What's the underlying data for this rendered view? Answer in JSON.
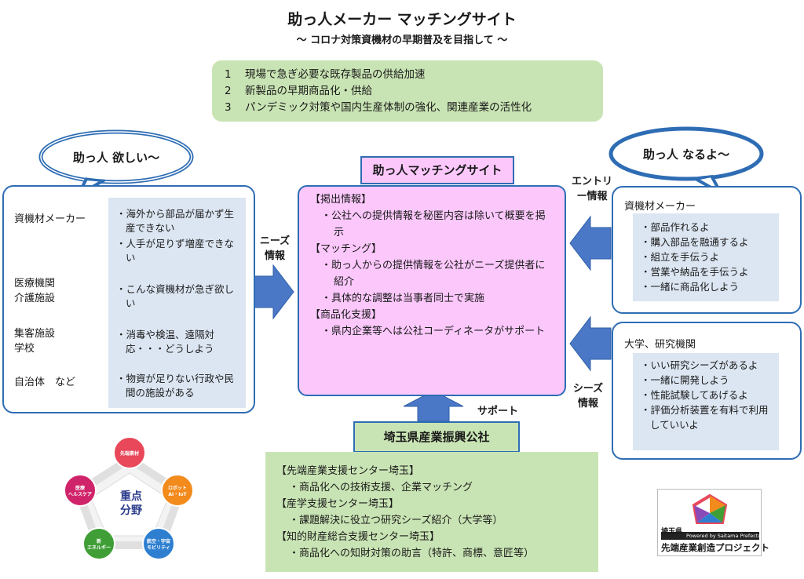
{
  "title": "助っ人メーカー マッチングサイト",
  "subtitle": "～ コロナ対策資機材の早期普及を目指して ～",
  "goals": [
    {
      "num": "1",
      "text": "現場で急ぎ必要な既存製品の供給加速"
    },
    {
      "num": "2",
      "text": "新製品の早期商品化・供給"
    },
    {
      "num": "3",
      "text": "パンデミック対策や国内生産体制の強化、関連産業の活性化"
    }
  ],
  "left_bubble": "助っ人 欲しい～",
  "right_bubble": "助っ人 なるよ～",
  "site_label": "助っ人マッチングサイト",
  "left_panel": {
    "categories": [
      {
        "label": "資機材メーカー",
        "needs": [
          "・海外から部品が届かず生産できない",
          "・人手が足りず増産できない"
        ]
      },
      {
        "label": "医療機関\n介護施設",
        "needs": [
          "・こんな資機材が急ぎ欲しい"
        ]
      },
      {
        "label": "集客施設\n学校",
        "needs": [
          "・消毒や検温、遠隔対応・・・どうしよう"
        ]
      },
      {
        "label": "自治体　など",
        "needs": [
          "・物資が足りない行政や民間の施設がある"
        ]
      }
    ]
  },
  "arrows": {
    "needs_info": "ニーズ\n情報",
    "entry_info": "エントリ\nー情報",
    "seeds_info": "シーズ\n情報",
    "support": "サポート"
  },
  "center": {
    "sections": [
      {
        "header": "【掲出情報】",
        "items": [
          "・公社への提供情報を秘匿内容は除いて概要を掲示"
        ]
      },
      {
        "header": "【マッチング】",
        "items": [
          "・助っ人からの提供情報を公社がニーズ提供者に紹介",
          "・具体的な調整は当事者同士で実施"
        ]
      },
      {
        "header": "【商品化支援】",
        "items": [
          "・県内企業等へは公社コーディネータがサポート"
        ]
      }
    ]
  },
  "right_top": {
    "head": "資機材メーカー",
    "items": [
      "・部品作れるよ",
      "・購入部品を融通するよ",
      "・組立を手伝うよ",
      "・営業や納品を手伝うよ",
      "・一緒に商品化しよう"
    ]
  },
  "right_bottom": {
    "head": "大学、研究機関",
    "items": [
      "・いい研究シーズがあるよ",
      "・一緒に開発しよう",
      "・性能試験してあげるよ",
      "・評価分析装置を有料で利用していいよ"
    ]
  },
  "saitama_label": "埼玉県産業振興公社",
  "bottom": [
    {
      "header": "【先端産業支援センター埼玉】",
      "item": "・商品化への技術支援、企業マッチング"
    },
    {
      "header": "【産学支援センター埼玉】",
      "item": "・課題解決に役立つ研究シーズ紹介（大学等）"
    },
    {
      "header": "【知的財産総合支援センター埼玉】",
      "item": "・商品化への知財対策の助言（特許、商標、意匠等）"
    }
  ],
  "focus": {
    "center": "重点\n分野",
    "nodes": [
      "先端素材",
      "ロボット\nAI・IoT",
      "航空・宇宙\nモビリティ",
      "新\nエネルギー",
      "医療\nヘルスケア"
    ],
    "colors": [
      "#e8485a",
      "#f28a1c",
      "#2e7fd0",
      "#3f9e36",
      "#d0246a"
    ]
  },
  "logo": {
    "line1": "埼玉県",
    "tag": "Powered by Saitama Prefecture",
    "line2": "先端産業創造プロジェクト"
  }
}
